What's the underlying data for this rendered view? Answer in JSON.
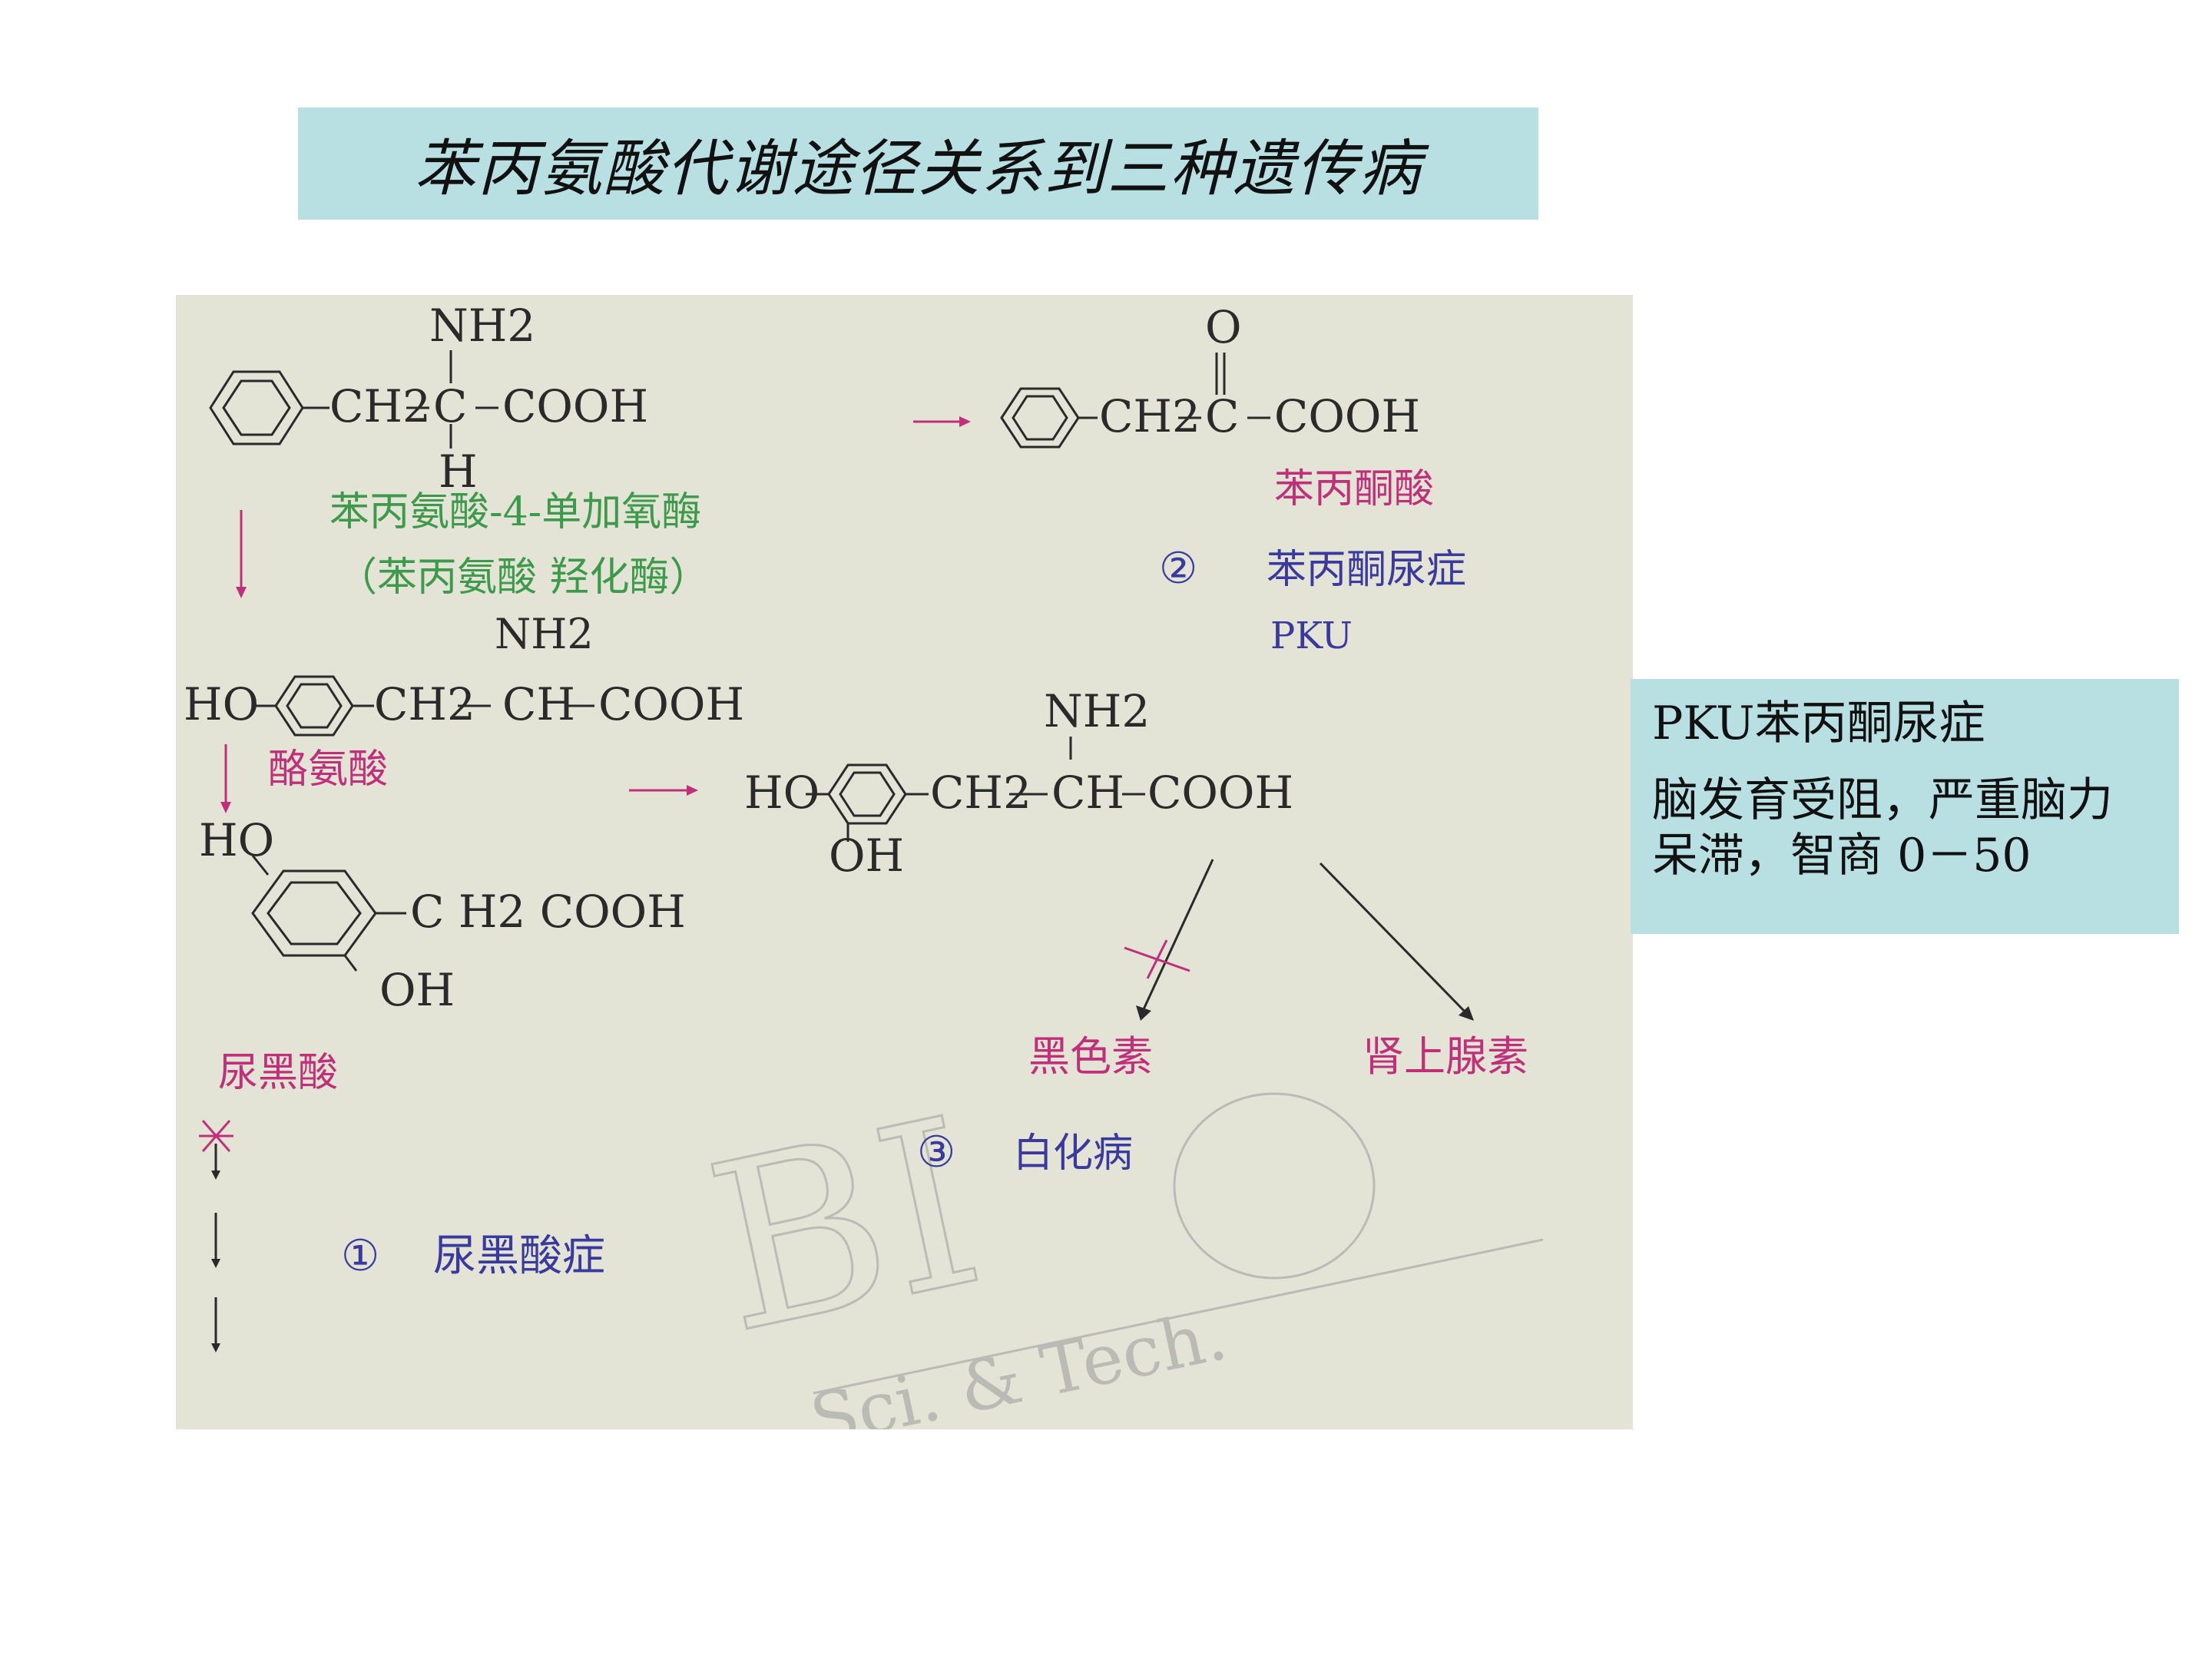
{
  "title": "苯丙氨酸代谢途径关系到三种遗传病",
  "side_note": {
    "heading": "PKU苯丙酮尿症",
    "body": "脑发育受阻，严重脑力呆滞，智商 0－50"
  },
  "diagram": {
    "phe": {
      "ch2": "CH2",
      "c": "C",
      "cooh": "COOH",
      "nh2": "NH2",
      "h": "H"
    },
    "ppa": {
      "o": "O",
      "ch2": "CH2",
      "c": "C",
      "cooh": "COOH",
      "name": "苯丙酮酸"
    },
    "enzyme": {
      "line1": "苯丙氨酸-4-单加氧酶",
      "line2": "（苯丙氨酸   羟化酶）"
    },
    "disease2": {
      "num": "②",
      "name": "苯丙酮尿症",
      "abbr": "PKU"
    },
    "tyr": {
      "ho": "HO",
      "ch2": "CH2",
      "ch": "CH",
      "cooh": "COOH",
      "nh2": "NH2",
      "name": "酪氨酸"
    },
    "dopa": {
      "ho": "HO",
      "oh": "OH",
      "ch2": "CH2",
      "ch": "CH",
      "cooh": "COOH",
      "nh2": "NH2"
    },
    "hga": {
      "ho": "HO",
      "oh": "OH",
      "chain": "C H2 COOH",
      "name": "尿黑酸"
    },
    "products": {
      "melanin": "黑色素",
      "adrenaline": "肾上腺素"
    },
    "disease3": {
      "num": "③",
      "name": "白化病"
    },
    "disease1": {
      "num": "①",
      "name": "尿黑酸症"
    },
    "watermark": {
      "line": "Sci.  &  Tech."
    }
  },
  "colors": {
    "title_bg": "#b8e0e3",
    "diagram_bg": "#e3e4d6",
    "structure": "#2a2a2a",
    "enzyme_green": "#3c9a4a",
    "magenta": "#c0307a",
    "blue": "#3a3a9e"
  }
}
